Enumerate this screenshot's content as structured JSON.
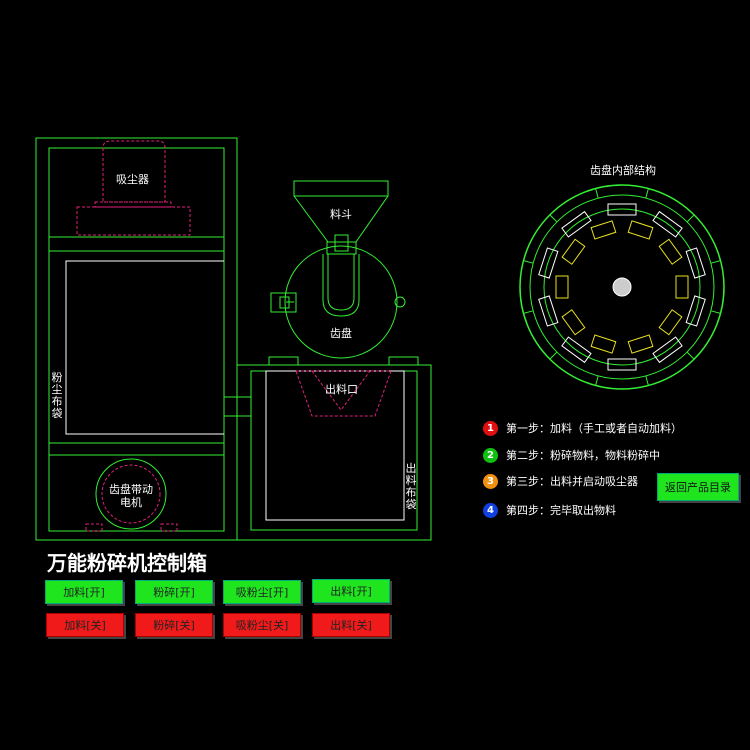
{
  "diagram": {
    "labels": {
      "dust_collector": "吸尘器",
      "hopper": "料斗",
      "gear_disc": "齿盘",
      "outlet": "出料口",
      "motor": "齿盘带动\n电机",
      "dust_bag": "粉尘布袋",
      "discharge_bag": "出料布袋",
      "structure_title": "齿盘内部结构"
    }
  },
  "steps": [
    {
      "num": "1",
      "color": "#e01010",
      "text": "第一步：加料（手工或者自动加料）"
    },
    {
      "num": "2",
      "color": "#10c010",
      "text": "第二步：粉碎物料，物料粉碎中"
    },
    {
      "num": "3",
      "color": "#f09010",
      "text": "第三步：出料并启动吸尘器"
    },
    {
      "num": "4",
      "color": "#1040e0",
      "text": "第四步：完毕取出物料"
    }
  ],
  "return_button": "返回产品目录",
  "panel_title": "万能粉碎机控制箱",
  "buttons_on": [
    "加料[开]",
    "粉碎[开]",
    "吸粉尘[开]",
    "出料[开]"
  ],
  "buttons_off": [
    "加料[关]",
    "粉碎[关]",
    "吸粉尘[关]",
    "出料[关]"
  ],
  "colors": {
    "line": "#33ee33",
    "dashed": "#e0207a",
    "yellow": "#e8e020",
    "on": "#1ee51e",
    "off": "#f01a1a"
  }
}
